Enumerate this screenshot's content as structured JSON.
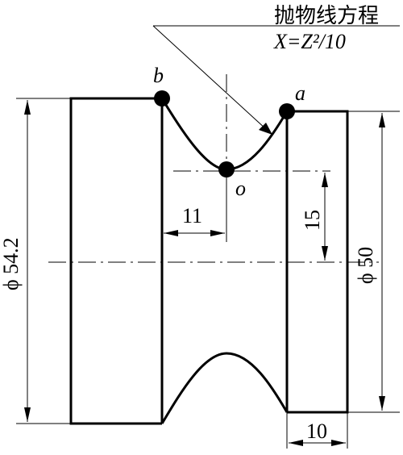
{
  "annotation": {
    "title": "抛物线方程",
    "equation": "X=Z²/10"
  },
  "points": {
    "a": "a",
    "b": "b",
    "o": "o"
  },
  "dimensions": {
    "outer_diameter": "ϕ 54.2",
    "right_diameter": "ϕ 50",
    "width_right": "10",
    "offset_11": "11",
    "depth_15": "15"
  }
}
